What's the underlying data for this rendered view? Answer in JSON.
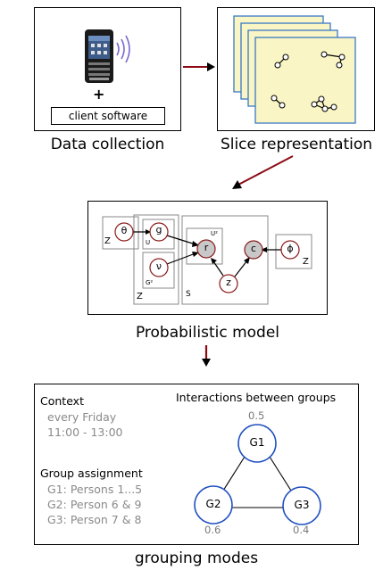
{
  "panels": {
    "data_collection": {
      "caption": "Data collection",
      "plus": "+",
      "software_label": "client software"
    },
    "slice_representation": {
      "caption": "Slice representation"
    },
    "probabilistic_model": {
      "caption": "Probabilistic model",
      "nodes": {
        "theta": "θ",
        "g": "g",
        "nu": "ν",
        "r": "r",
        "c": "c",
        "phi": "ϕ",
        "z": "z"
      },
      "plate_labels": {
        "z_left": "Z",
        "u_inner": "U",
        "g2": "G²",
        "z_bottom": "Z",
        "s": "S",
        "u2": "U²",
        "z_right": "Z"
      }
    },
    "grouping_modes": {
      "caption": "grouping modes",
      "context_title": "Context",
      "context_lines": [
        "every Friday",
        "11:00 - 13:00"
      ],
      "assignment_title": "Group assignment",
      "assignment_lines": [
        "G1: Persons 1...5",
        "G2: Person 6 & 9",
        "G3: Person 7 & 8"
      ],
      "interactions_title": "Interactions between groups",
      "groups": [
        {
          "name": "G1",
          "value": "0.5"
        },
        {
          "name": "G2",
          "value": "0.6"
        },
        {
          "name": "G3",
          "value": "0.4"
        }
      ]
    }
  },
  "colors": {
    "arrow": "#8b0a14",
    "slice_fill": "#f9f5c4",
    "slice_border": "#3a78c6",
    "node_border": "#8b1a1a",
    "node_fill_observed": "#c8c8c8",
    "group_circle": "#1f4fc0"
  },
  "icons": [
    "phone-icon",
    "signal-waves-icon",
    "arrow-right-icon",
    "arrow-down-icon"
  ]
}
